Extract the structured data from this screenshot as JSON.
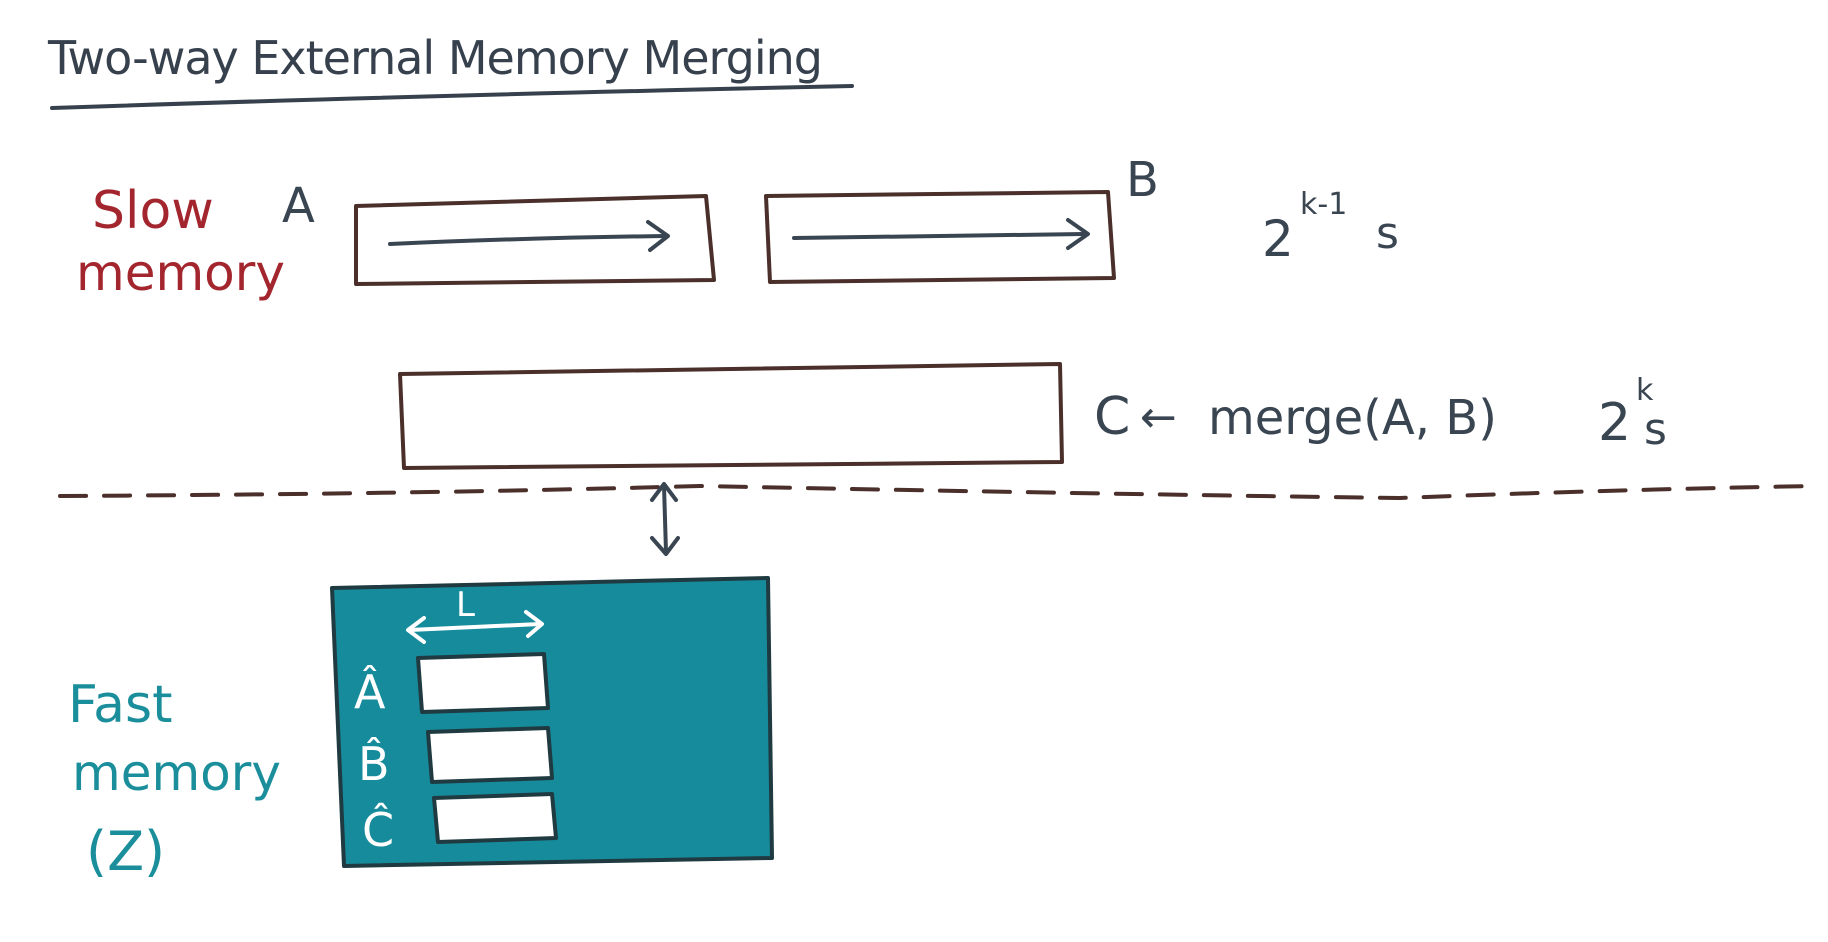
{
  "title": "Two-way External Memory Merging",
  "slow_memory": {
    "label_line1": "Slow",
    "label_line2": "memory",
    "run_a_label": "A",
    "run_b_label": "B",
    "run_size_base": "2",
    "run_size_exp": "k-1",
    "run_size_suffix": "s",
    "output_label": "C",
    "arrow_glyph": "←",
    "merge_expr": "merge(A, B)",
    "output_size_base": "2",
    "output_size_exp": "k",
    "output_size_suffix": "s"
  },
  "fast_memory": {
    "label_line1": "Fast",
    "label_line2": "memory",
    "label_line3": "(Z)",
    "block_size_label": "L",
    "buffers": [
      {
        "label": "Â"
      },
      {
        "label": "B̂"
      },
      {
        "label": "Ĉ"
      }
    ]
  },
  "colors": {
    "ink": "#3a4552",
    "box_outline": "#4a2f2a",
    "slow_label": "#a3262e",
    "fast_label": "#1b8e9c",
    "fast_fill": "#168b9b"
  }
}
